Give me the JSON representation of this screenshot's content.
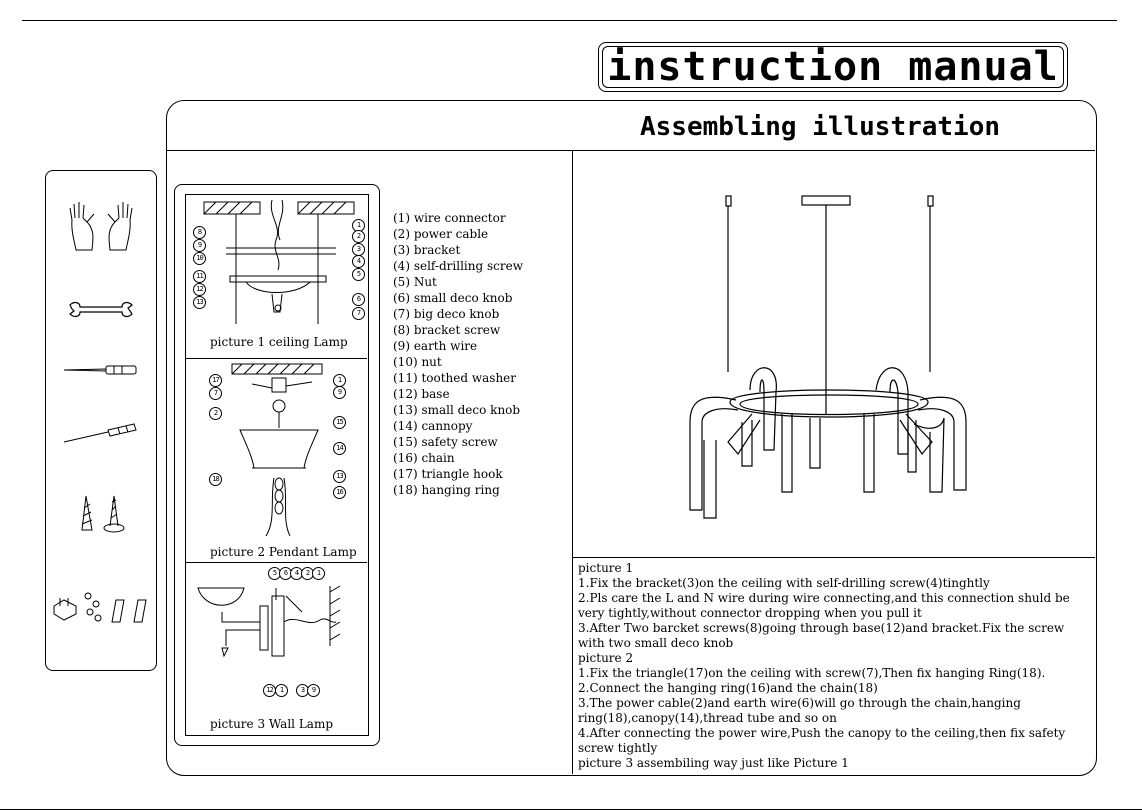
{
  "title": "instruction manual",
  "subtitle": "Assembling illustration",
  "tools": {
    "icons": [
      "gloves-icon",
      "wrench-icon",
      "screwdriver-flat-icon",
      "screwdriver-phillips-icon",
      "screws-icon",
      "connectors-icon"
    ]
  },
  "pictures": {
    "p1": "picture 1 ceiling Lamp",
    "p2": "picture 2 Pendant Lamp",
    "p3": "picture 3 Wall Lamp"
  },
  "diagram_numbers": {
    "p1_right": [
      "1",
      "2",
      "3",
      "4",
      "5",
      "6",
      "7"
    ],
    "p1_left": [
      "8",
      "9",
      "10",
      "11",
      "12",
      "13"
    ],
    "p2_right": [
      "1",
      "9",
      "15",
      "14",
      "13",
      "16"
    ],
    "p2_left": [
      "17",
      "7",
      "2",
      "18"
    ],
    "p3_top": [
      "5",
      "6",
      "4",
      "2",
      "1"
    ],
    "p3_bottom": [
      "12",
      "1",
      "3",
      "9"
    ]
  },
  "parts": [
    "(1) wire connector",
    "(2) power cable",
    "(3) bracket",
    "(4) self-drilling screw",
    "(5) Nut",
    "(6) small deco knob",
    "(7) big deco knob",
    "(8) bracket screw",
    "(9) earth wire",
    "(10) nut",
    "(11) toothed washer",
    "(12) base",
    "(13) small deco knob",
    "(14) cannopy",
    "(15) safety screw",
    "(16) chain",
    "(17) triangle hook",
    "(18) hanging ring"
  ],
  "instructions": [
    "picture 1",
    "1.Fix the bracket(3)on the ceiling with self-drilling screw(4)tinghtly",
    "2.Pls care the L and N wire during wire connecting,and this connection shuld be very tightly,without connector dropping when you pull it",
    "3.After Two barcket screws(8)going through base(12)and bracket.Fix the screw with two small deco knob",
    "picture 2",
    "1.Fix the triangle(17)on the ceiling with screw(7),Then fix hanging Ring(18).",
    "2.Connect the hanging ring(16)and the chain(18)",
    "3.The power cable(2)and earth wire(6)will go through the chain,hanging ring(18),canopy(14),thread tube and so on",
    "4.After connecting the power wire,Push the canopy to the ceiling,then fix safety screw tightly",
    "picture 3 assembiling way just like Picture 1"
  ]
}
